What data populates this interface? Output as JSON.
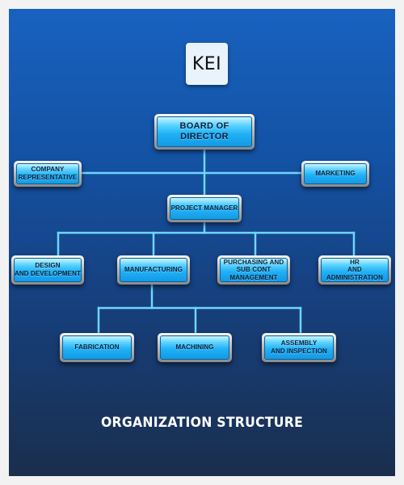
{
  "logo": {
    "text": "KEI"
  },
  "footer_title": "ORGANIZATION STRUCTURE",
  "colors": {
    "connector": "#6fd6ff",
    "node_fill": "#1fb0f5",
    "node_frame": "#bdbdbd",
    "background_top": "#1862bf",
    "background_bottom": "#1a2e4d"
  },
  "nodes": {
    "board": "BOARD OF DIRECTOR",
    "company_rep": "COMPANY\nREPRESENTATIVE",
    "marketing": "MARKETING",
    "project_manager": "PROJECT MANAGER",
    "design": "DESIGN\nAND DEVELOPMENT",
    "manufacturing": "MANUFACTURING",
    "purchasing": "PURCHASING AND\nSUB CONT MANAGEMENT",
    "hr": "HR\nAND ADMINISTRATION",
    "fabrication": "FABRICATION",
    "machining": "MACHINING",
    "assembly": "ASSEMBLY\nAND INSPECTION"
  }
}
